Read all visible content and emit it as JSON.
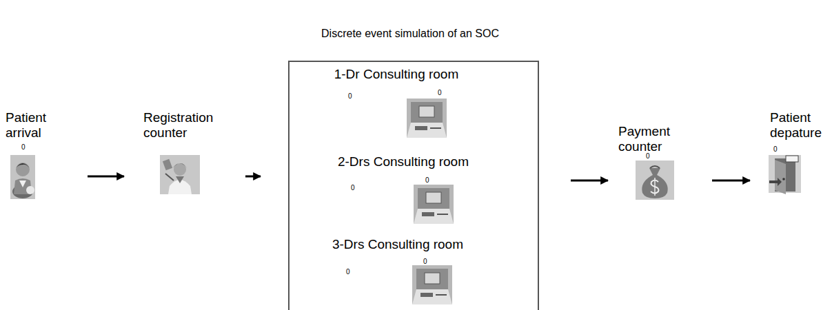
{
  "diagram": {
    "title": "Discrete event simulation of an SOC",
    "nodes": [
      {
        "text": [
          "Patient arrival",
          "0"
        ]
      },
      {
        "text": [
          "Registration counter"
        ]
      },
      {
        "text": []
      },
      {
        "text": [
          "1-Dr Consulting room",
          "0",
          "0"
        ],
        "in": 2
      },
      {
        "text": [
          "2-Drs Consulting room",
          "0",
          "0"
        ],
        "in": 2
      },
      {
        "text": [
          "3-Drs Consulting room",
          "0",
          "0"
        ],
        "in": 2
      },
      {
        "text": [
          "Payment counter",
          "0"
        ]
      },
      {
        "text": [
          "Patient depature",
          "0"
        ]
      }
    ],
    "edges": [
      {
        "from": 0,
        "to": 1,
        "arrow": "to"
      },
      {
        "from": 1,
        "to": 2,
        "arrow": "to"
      },
      {
        "from": 2,
        "to": 6,
        "arrow": "to"
      },
      {
        "from": 6,
        "to": 7,
        "arrow": "to"
      }
    ]
  }
}
